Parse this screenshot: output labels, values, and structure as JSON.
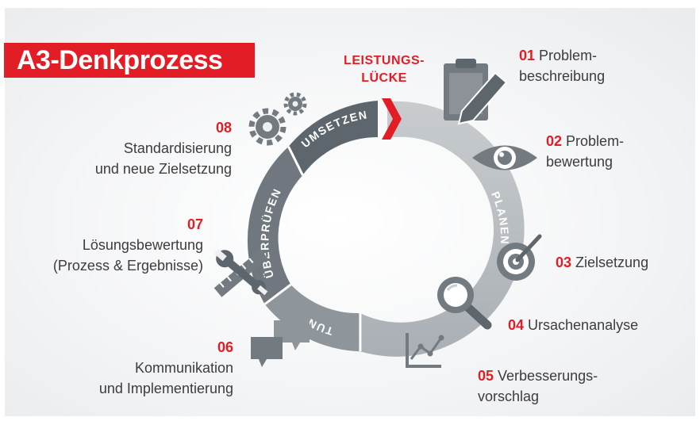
{
  "title": "A3-Denkprozess",
  "gap_label": {
    "line1": "LEISTUNGS-",
    "line2": "LÜCKE"
  },
  "phases": {
    "planen": "PLANEN",
    "tun": "TUN",
    "ueberpruefen": "ÜBERPRÜFEN",
    "umsetzen": "UMSETZEN"
  },
  "steps": [
    {
      "number": "01",
      "line1": "Problem-",
      "line2": "beschreibung",
      "icon": "clipboard-pencil-icon"
    },
    {
      "number": "02",
      "line1": "Problem-",
      "line2": "bewertung",
      "icon": "eye-icon"
    },
    {
      "number": "03",
      "line1": "Zielsetzung",
      "line2": "",
      "icon": "target-icon"
    },
    {
      "number": "04",
      "line1": "Ursachenanalyse",
      "line2": "",
      "icon": "magnifier-icon"
    },
    {
      "number": "05",
      "line1": "Verbesserungs-",
      "line2": "vorschlag",
      "icon": "chart-icon"
    },
    {
      "number": "06",
      "line1": "Kommunikation",
      "line2": "und Implementierung",
      "icon": "speech-bubbles-icon"
    },
    {
      "number": "07",
      "line1": "Lösungsbewertung",
      "line2": "(Prozess & Ergebnisse)",
      "icon": "wrench-ruler-icon"
    },
    {
      "number": "08",
      "line1": "Standardisierung",
      "line2": "und neue Zielsetzung",
      "icon": "gears-icon"
    }
  ],
  "colors": {
    "accent": "#e31d25",
    "planen": "#b9bec2",
    "tun": "#8e959b",
    "ueberpruefen": "#70777e",
    "umsetzen": "#5e666d",
    "icon": "#737a80"
  }
}
